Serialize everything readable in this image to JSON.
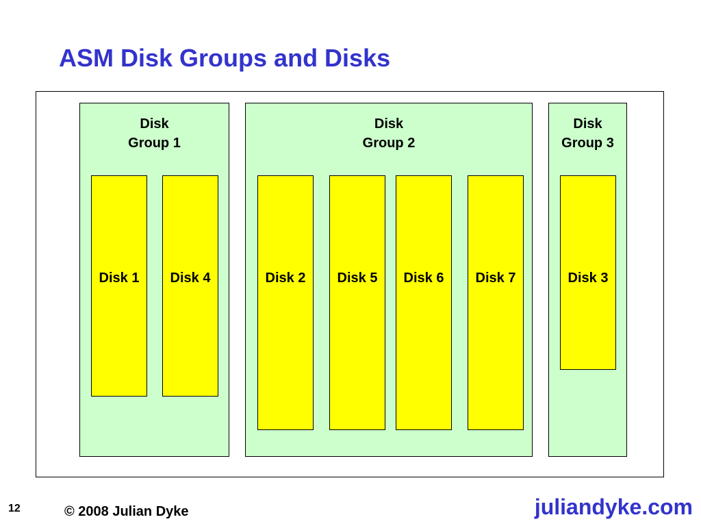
{
  "title": "ASM Disk Groups and Disks",
  "groups": [
    {
      "label_line1": "Disk",
      "label_line2": "Group 1",
      "disks": [
        "Disk 1",
        "Disk 4"
      ]
    },
    {
      "label_line1": "Disk",
      "label_line2": "Group 2",
      "disks": [
        "Disk 2",
        "Disk 5",
        "Disk 6",
        "Disk 7"
      ]
    },
    {
      "label_line1": "Disk",
      "label_line2": "Group 3",
      "disks": [
        "Disk 3"
      ]
    }
  ],
  "footer": {
    "slide_number": "12",
    "copyright": "© 2008 Julian Dyke",
    "site": "juliandyke.com"
  },
  "colors": {
    "title": "#3333cc",
    "group_fill": "#ccffcc",
    "disk_fill": "#ffff00"
  }
}
